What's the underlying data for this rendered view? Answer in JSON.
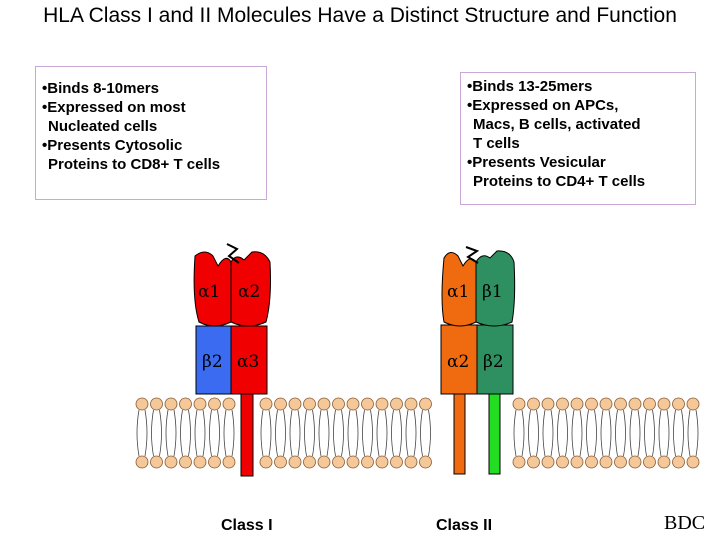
{
  "title": "HLA Class I and II Molecules Have a Distinct Structure and Function",
  "class_i_box": {
    "lines": [
      "•Binds 8-10mers",
      "•Expressed on most",
      "Nucleated cells",
      "•Presents Cytosolic",
      "Proteins to CD8+ T cells"
    ]
  },
  "class_ii_box": {
    "lines": [
      "•Binds 13-25mers",
      "•Expressed on APCs,",
      "Macs, B cells, activated",
      "T cells",
      "•Presents Vesicular",
      "Proteins to CD4+ T cells"
    ]
  },
  "class_i": {
    "caption": "Class I",
    "alpha1": "α1",
    "alpha2": "α2",
    "beta2": "β2",
    "alpha3": "α3"
  },
  "class_ii": {
    "caption": "Class II",
    "alpha1": "α1",
    "beta1": "β1",
    "alpha2": "α2",
    "beta2": "β2"
  },
  "credit": "BDC",
  "colors": {
    "class_i_alpha": "#f00000",
    "beta2_microglobulin": "#3a6bf0",
    "class_ii_alpha": "#f06a10",
    "class_ii_beta": "#2e9060",
    "class_ii_beta_tail": "#22dd22",
    "lipid_head": "#f5c89a"
  }
}
